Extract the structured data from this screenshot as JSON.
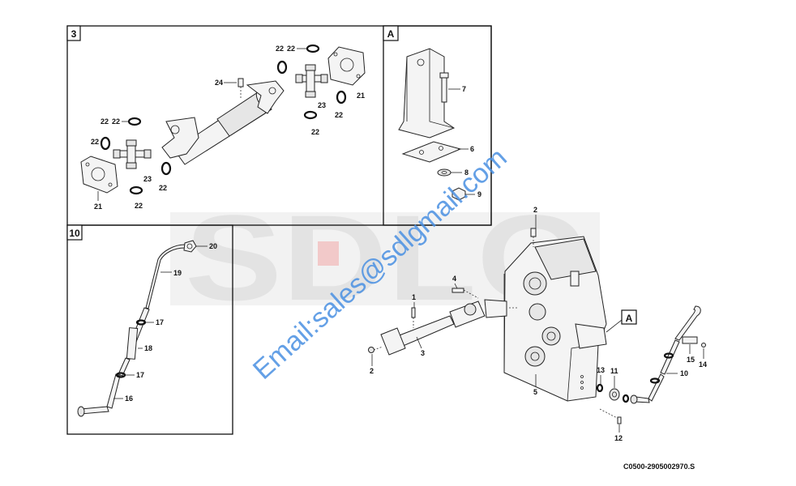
{
  "logo": {
    "text": "SDLG"
  },
  "watermark": {
    "text": "Email:sales@sdlgmail.com"
  },
  "drawing_code": "C0500-2905002970.S",
  "detail_boxes": {
    "driveshaft_tag": "3",
    "bracket_tag": "A",
    "pipe_tag": "10",
    "main_callout_tag": "A"
  },
  "callouts": {
    "box3": [
      "24",
      "22",
      "22",
      "22",
      "23",
      "21",
      "22",
      "22",
      "22",
      "22",
      "21",
      "23",
      "22",
      "22"
    ],
    "boxA": [
      "7",
      "6",
      "8",
      "9"
    ],
    "box10": [
      "20",
      "19",
      "17",
      "18",
      "17",
      "16"
    ],
    "main": [
      "2",
      "1",
      "4",
      "3",
      "2",
      "5",
      "13",
      "11",
      "12",
      "10",
      "15",
      "14"
    ]
  }
}
